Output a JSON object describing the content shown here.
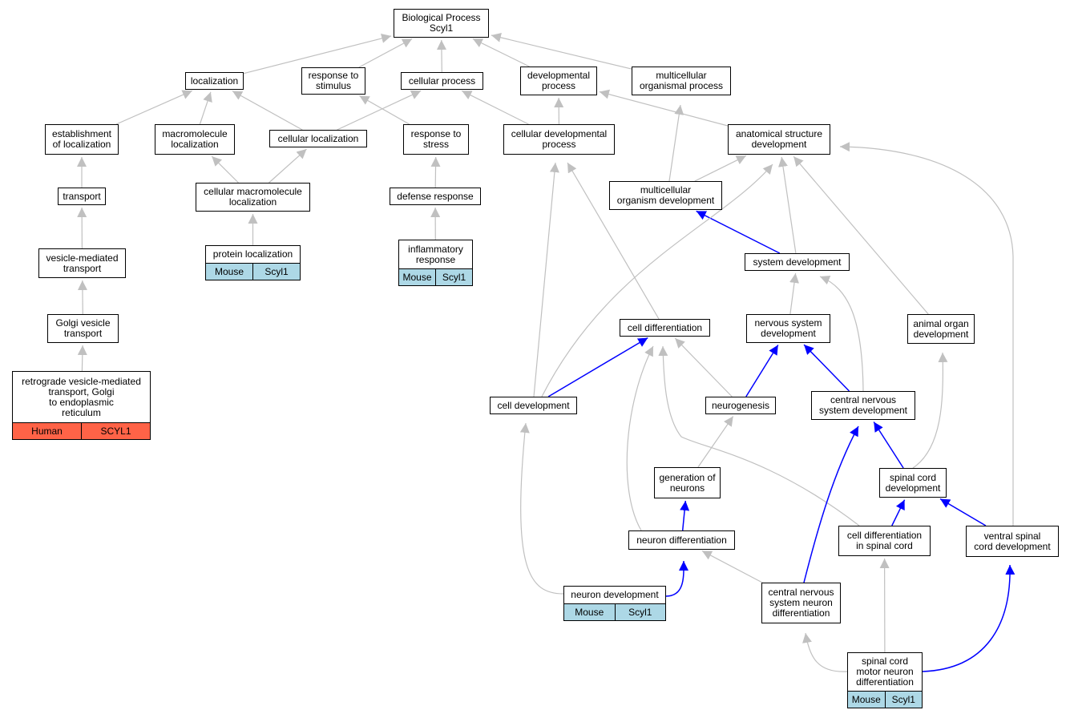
{
  "colors": {
    "is_a_edge": "#c0c0c0",
    "regulates_edge": "#0000ff",
    "mouse_annotation": "#add8e6",
    "human_annotation": "#ff6347"
  },
  "nodes": {
    "bp": {
      "label": "Biological Process\nScyl1"
    },
    "localization": {
      "label": "localization"
    },
    "resp_stim": {
      "label": "response to\nstimulus"
    },
    "cell_proc": {
      "label": "cellular process"
    },
    "dev_proc": {
      "label": "developmental\nprocess"
    },
    "multi_proc": {
      "label": "multicellular\norganismal process"
    },
    "estab_loc": {
      "label": "establishment\nof localization"
    },
    "macro_loc": {
      "label": "macromolecule\nlocalization"
    },
    "cell_loc": {
      "label": "cellular localization"
    },
    "resp_stress": {
      "label": "response to\nstress"
    },
    "cell_dev_proc": {
      "label": "cellular developmental\nprocess"
    },
    "anat_dev": {
      "label": "anatomical structure\ndevelopment"
    },
    "transport": {
      "label": "transport"
    },
    "cell_macro_loc": {
      "label": "cellular macromolecule\nlocalization"
    },
    "defense": {
      "label": "defense response"
    },
    "multi_org_dev": {
      "label": "multicellular\norganism development"
    },
    "vesicle_trans": {
      "label": "vesicle-mediated\ntransport"
    },
    "prot_loc": {
      "label": "protein localization",
      "annotation": [
        "Mouse",
        "Scyl1"
      ]
    },
    "inflam": {
      "label": "inflammatory\nresponse",
      "annotation": [
        "Mouse",
        "Scyl1"
      ]
    },
    "sys_dev": {
      "label": "system development"
    },
    "golgi_trans": {
      "label": "Golgi vesicle\ntransport"
    },
    "cell_diff": {
      "label": "cell differentiation"
    },
    "ns_dev": {
      "label": "nervous system\ndevelopment"
    },
    "animal_organ": {
      "label": "animal organ\ndevelopment"
    },
    "retro": {
      "label": "retrograde vesicle-mediated\ntransport, Golgi\nto endoplasmic\nreticulum",
      "annotation": [
        "Human",
        "SCYL1"
      ]
    },
    "cell_develop": {
      "label": "cell development"
    },
    "neurogenesis": {
      "label": "neurogenesis"
    },
    "cns_dev": {
      "label": "central nervous\nsystem development"
    },
    "gen_neurons": {
      "label": "generation of\nneurons"
    },
    "spinal_dev": {
      "label": "spinal cord\ndevelopment"
    },
    "neuron_diff": {
      "label": "neuron differentiation"
    },
    "cell_diff_spinal": {
      "label": "cell differentiation\nin spinal cord"
    },
    "ventral": {
      "label": "ventral spinal\ncord development"
    },
    "neuron_dev": {
      "label": "neuron development",
      "annotation": [
        "Mouse",
        "Scyl1"
      ]
    },
    "cns_neuron_diff": {
      "label": "central nervous\nsystem neuron\ndifferentiation"
    },
    "motor": {
      "label": "spinal cord\nmotor neuron\ndifferentiation",
      "annotation": [
        "Mouse",
        "Scyl1"
      ]
    }
  },
  "edges": [
    {
      "from": "localization",
      "to": "bp",
      "type": "is_a"
    },
    {
      "from": "resp_stim",
      "to": "bp",
      "type": "is_a"
    },
    {
      "from": "cell_proc",
      "to": "bp",
      "type": "is_a"
    },
    {
      "from": "dev_proc",
      "to": "bp",
      "type": "is_a"
    },
    {
      "from": "multi_proc",
      "to": "bp",
      "type": "is_a"
    },
    {
      "from": "estab_loc",
      "to": "localization",
      "type": "is_a"
    },
    {
      "from": "macro_loc",
      "to": "localization",
      "type": "is_a"
    },
    {
      "from": "cell_loc",
      "to": "localization",
      "type": "is_a"
    },
    {
      "from": "cell_loc",
      "to": "cell_proc",
      "type": "is_a"
    },
    {
      "from": "resp_stress",
      "to": "resp_stim",
      "type": "is_a"
    },
    {
      "from": "cell_dev_proc",
      "to": "cell_proc",
      "type": "is_a"
    },
    {
      "from": "cell_dev_proc",
      "to": "dev_proc",
      "type": "is_a"
    },
    {
      "from": "anat_dev",
      "to": "dev_proc",
      "type": "is_a"
    },
    {
      "from": "transport",
      "to": "estab_loc",
      "type": "is_a"
    },
    {
      "from": "cell_macro_loc",
      "to": "macro_loc",
      "type": "is_a"
    },
    {
      "from": "cell_macro_loc",
      "to": "cell_loc",
      "type": "is_a"
    },
    {
      "from": "defense",
      "to": "resp_stress",
      "type": "is_a"
    },
    {
      "from": "multi_org_dev",
      "to": "multi_proc",
      "type": "is_a"
    },
    {
      "from": "multi_org_dev",
      "to": "anat_dev",
      "type": "is_a"
    },
    {
      "from": "vesicle_trans",
      "to": "transport",
      "type": "is_a"
    },
    {
      "from": "prot_loc",
      "to": "cell_macro_loc",
      "type": "is_a"
    },
    {
      "from": "inflam",
      "to": "defense",
      "type": "is_a"
    },
    {
      "from": "sys_dev",
      "to": "multi_org_dev",
      "type": "regulates"
    },
    {
      "from": "sys_dev",
      "to": "anat_dev",
      "type": "is_a"
    },
    {
      "from": "golgi_trans",
      "to": "vesicle_trans",
      "type": "is_a"
    },
    {
      "from": "cell_diff",
      "to": "cell_dev_proc",
      "type": "is_a"
    },
    {
      "from": "ns_dev",
      "to": "sys_dev",
      "type": "is_a"
    },
    {
      "from": "animal_organ",
      "to": "anat_dev",
      "type": "is_a"
    },
    {
      "from": "retro",
      "to": "golgi_trans",
      "type": "is_a"
    },
    {
      "from": "cell_develop",
      "to": "cell_dev_proc",
      "type": "is_a"
    },
    {
      "from": "cell_develop",
      "to": "anat_dev",
      "type": "is_a"
    },
    {
      "from": "cell_develop",
      "to": "cell_diff",
      "type": "regulates"
    },
    {
      "from": "neurogenesis",
      "to": "cell_diff",
      "type": "is_a"
    },
    {
      "from": "neurogenesis",
      "to": "ns_dev",
      "type": "regulates"
    },
    {
      "from": "cns_dev",
      "to": "ns_dev",
      "type": "regulates"
    },
    {
      "from": "cns_dev",
      "to": "sys_dev",
      "type": "is_a"
    },
    {
      "from": "gen_neurons",
      "to": "neurogenesis",
      "type": "is_a"
    },
    {
      "from": "spinal_dev",
      "to": "cns_dev",
      "type": "regulates"
    },
    {
      "from": "spinal_dev",
      "to": "animal_organ",
      "type": "is_a"
    },
    {
      "from": "neuron_diff",
      "to": "gen_neurons",
      "type": "regulates"
    },
    {
      "from": "neuron_diff",
      "to": "cell_diff",
      "type": "is_a"
    },
    {
      "from": "cell_diff_spinal",
      "to": "spinal_dev",
      "type": "regulates"
    },
    {
      "from": "cell_diff_spinal",
      "to": "cell_diff",
      "type": "is_a"
    },
    {
      "from": "ventral",
      "to": "spinal_dev",
      "type": "regulates"
    },
    {
      "from": "ventral",
      "to": "anat_dev",
      "type": "is_a"
    },
    {
      "from": "neuron_dev",
      "to": "neuron_diff",
      "type": "regulates"
    },
    {
      "from": "neuron_dev",
      "to": "cell_develop",
      "type": "is_a"
    },
    {
      "from": "cns_neuron_diff",
      "to": "neuron_diff",
      "type": "is_a"
    },
    {
      "from": "cns_neuron_diff",
      "to": "cns_dev",
      "type": "regulates"
    },
    {
      "from": "motor",
      "to": "cns_neuron_diff",
      "type": "is_a"
    },
    {
      "from": "motor",
      "to": "cell_diff_spinal",
      "type": "is_a"
    },
    {
      "from": "motor",
      "to": "ventral",
      "type": "regulates"
    }
  ]
}
